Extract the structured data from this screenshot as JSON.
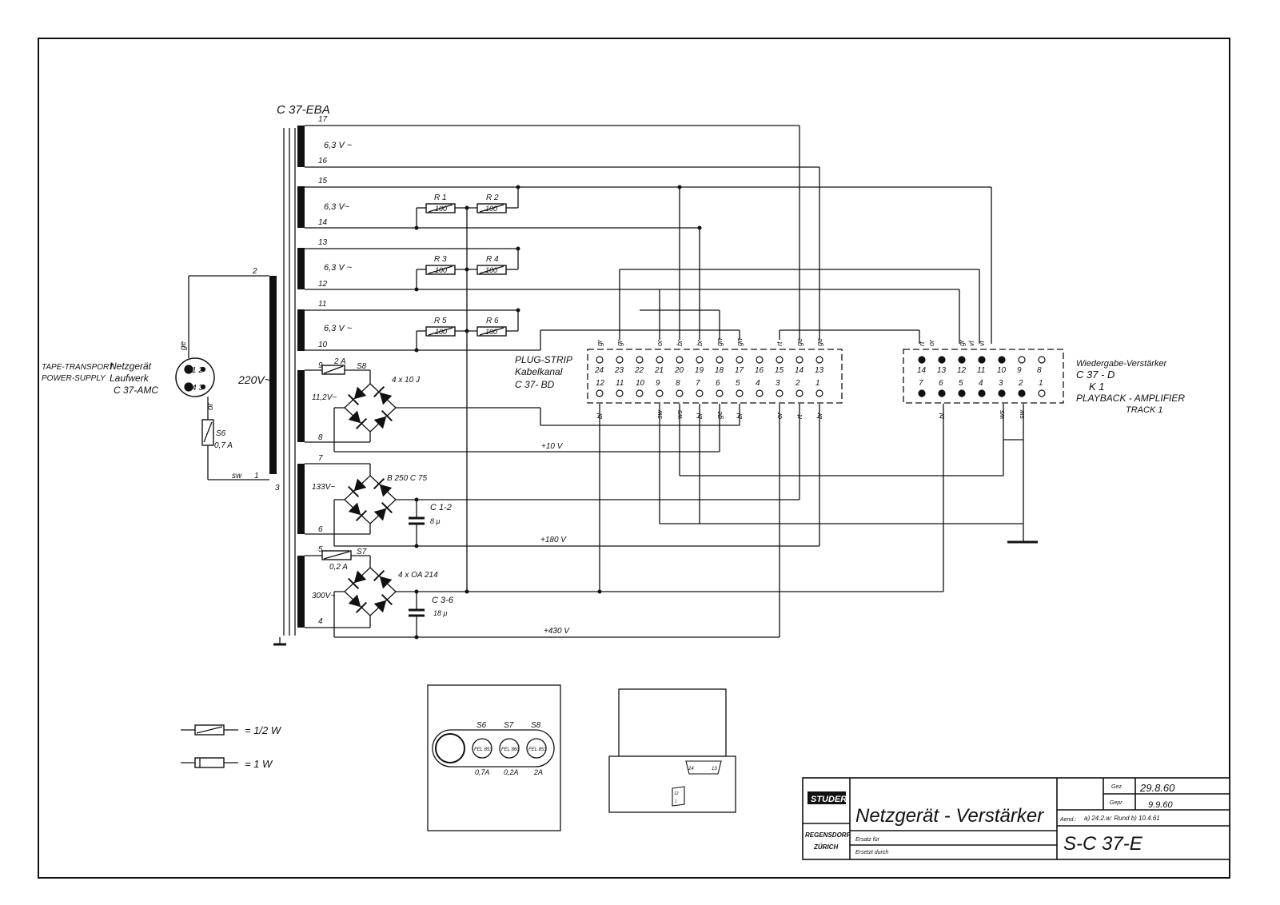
{
  "transformer": {
    "name": "C 37-EBA",
    "primary_voltage": "220V~",
    "pins": {
      "p1": "1",
      "p2": "2",
      "p3": "3",
      "p4": "4",
      "p5": "5",
      "p6": "6",
      "p7": "7",
      "p8": "8",
      "p9": "9",
      "p10": "10",
      "p11": "11",
      "p12": "12",
      "p13": "13",
      "p14": "14",
      "p15": "15",
      "p16": "16",
      "p17": "17"
    },
    "windings": [
      "6,3 V ~",
      "6,3 V~",
      "6,3 V ~",
      "6,3 V ~"
    ],
    "rect_voltages": {
      "w1": "11,2V~",
      "w2": "133V~",
      "w3": "300V~"
    }
  },
  "resistors": [
    "R 1",
    "R 2",
    "R 3",
    "R 4",
    "R 5",
    "R 6"
  ],
  "resistor_value": "100",
  "fuses": {
    "s8": "S8",
    "s8_value": "2 A",
    "s7": "S7",
    "s7_value": "0,2 A",
    "s6": "S6",
    "s6_value": "0,7 A"
  },
  "rectifiers": {
    "r1": "4 x 10 J",
    "r2": "B 250 C 75",
    "r3": "4 x OA 214"
  },
  "capacitors": {
    "c1": "C 1-2",
    "c1_value": "8 μ",
    "c2": "C 3-6",
    "c2_value": "18 μ"
  },
  "rails": {
    "v10": "+10 V",
    "v180": "+180 V",
    "v430": "+430 V"
  },
  "power_supply": {
    "label1": "TAPE-TRANSPORT",
    "label2": "POWER-SUPPLY",
    "label3": "Netzgerät",
    "label4": "Laufwerk",
    "label5": "C 37-AMC",
    "pin12": "1 2",
    "pin43": "4 3",
    "wire_ge": "ge",
    "wire_or": "or",
    "wire_sw": "sw"
  },
  "plug_strip": {
    "title1": "PLUG-STRIP",
    "title2": "Kabelkanal",
    "title3": "C 37- BD",
    "top_pins": [
      "24",
      "23",
      "22",
      "21",
      "20",
      "19",
      "18",
      "17",
      "16",
      "15",
      "14",
      "13"
    ],
    "bottom_pins": [
      "12",
      "11",
      "10",
      "9",
      "8",
      "7",
      "6",
      "5",
      "4",
      "3",
      "2",
      "1"
    ],
    "top_colors": [
      "gr",
      "gr",
      "",
      "or",
      "br",
      "br",
      "gn",
      "gn",
      "",
      "rt",
      "ge",
      "ge"
    ],
    "bottom_colors": [
      "bl",
      "",
      "",
      "sw",
      "ws",
      "bl",
      "ge",
      "bl",
      "",
      "or",
      "rt",
      "br"
    ]
  },
  "amplifier": {
    "title1": "Wiedergabe-Verstärker",
    "title2": "C 37 - D",
    "title3": "K 1",
    "title4": "PLAYBACK - AMPLIFIER",
    "title5": "TRACK 1",
    "top_pins": [
      "14",
      "13",
      "12",
      "11",
      "10",
      "9",
      "8"
    ],
    "bottom_pins": [
      "7",
      "6",
      "5",
      "4",
      "3",
      "2",
      "1"
    ],
    "top_colors": [
      "rt",
      "",
      "gr",
      "vl",
      "",
      "",
      ""
    ],
    "top_colors2": [
      "",
      "or",
      "",
      "vl",
      "",
      "",
      ""
    ],
    "bottom_colors": [
      "",
      "bl",
      "",
      "",
      "ws",
      "sw",
      ""
    ]
  },
  "legend": {
    "half_watt": "= 1/2 W",
    "one_watt": "= 1 W"
  },
  "panel": {
    "s6": "S6",
    "s7": "S7",
    "s8": "S8",
    "f1": "FEL 853",
    "f2": "FEL 860",
    "f3": "FEL 853",
    "v1": "0,7A",
    "v2": "0,2A",
    "v3": "2A"
  },
  "conn_view": {
    "a": "24",
    "b": "13",
    "c": "12",
    "d": "1"
  },
  "title_block": {
    "brand": "STUDER",
    "city1": "REGENSDORF",
    "city2": "ZÜRICH",
    "title": "Netzgerät - Verstärker",
    "ersatz_fuer": "Ersatz für",
    "ersetzt_durch": "Ersetzt durch",
    "gez_label": "Gez.",
    "gez_date": "29.8.60",
    "gepr_label": "Gepr.",
    "gepr_date": "9.9.60",
    "aend_label": "Aend.:",
    "aend_text": "a) 24.2.w: Rund b) 10.4.61",
    "drawing_no": "S-C 37-E"
  }
}
